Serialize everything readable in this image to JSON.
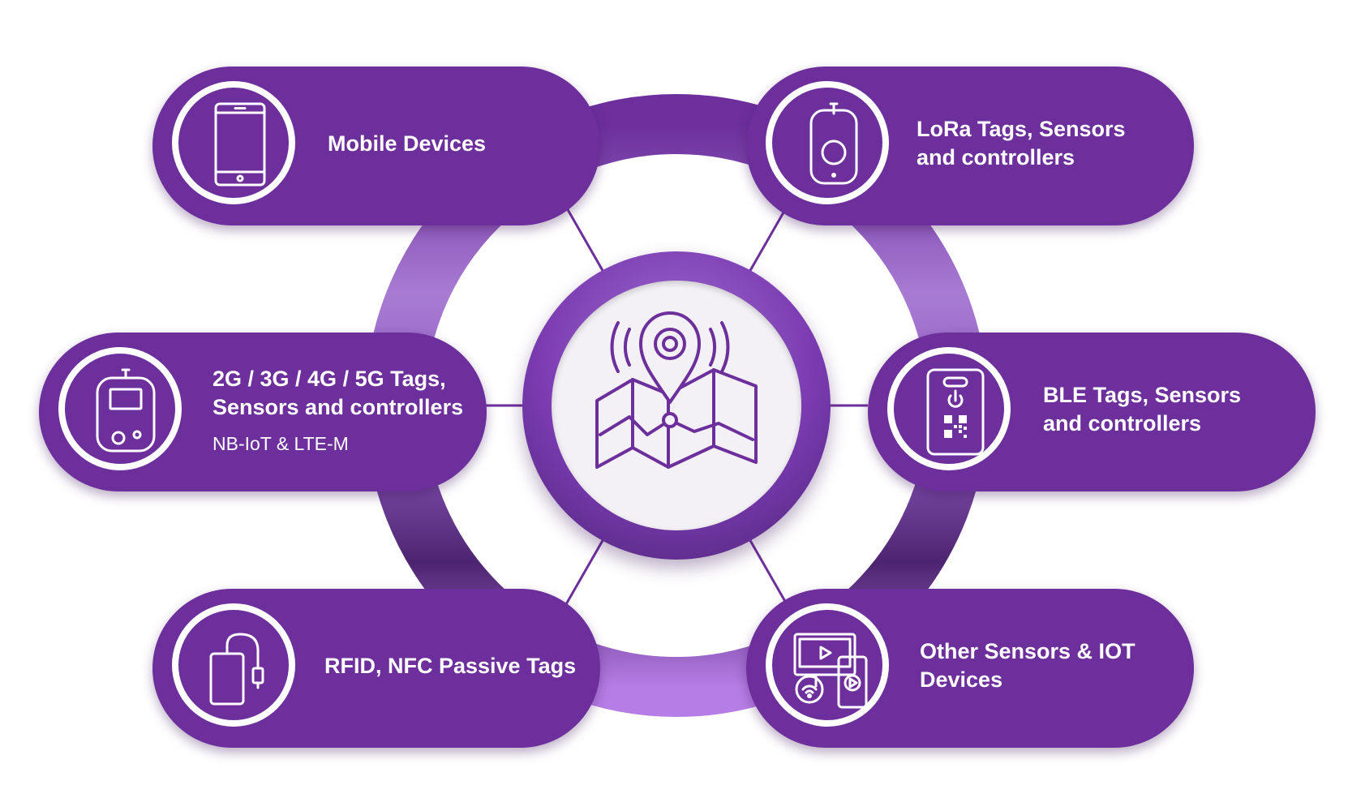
{
  "diagram": {
    "center": {
      "icon": "map-location-pin-icon"
    },
    "colors": {
      "pill": "#6c2f9c",
      "ring_light": "#a87bd3",
      "ring_dark": "#4d2470",
      "connector": "#6c2f9c",
      "text": "#ffffff"
    },
    "nodes": [
      {
        "id": "mobile",
        "icon": "smartphone-icon",
        "lines": [
          "Mobile Devices"
        ]
      },
      {
        "id": "lora",
        "icon": "lora-tag-icon",
        "lines": [
          "LoRa Tags, Sensors",
          "and controllers"
        ]
      },
      {
        "id": "cellular",
        "icon": "cellular-tracker-icon",
        "lines": [
          "2G / 3G / 4G / 5G Tags,",
          "Sensors and controllers"
        ],
        "subtitle": "NB-IoT & LTE-M"
      },
      {
        "id": "ble",
        "icon": "ble-tag-icon",
        "lines": [
          "BLE Tags, Sensors",
          "and controllers"
        ]
      },
      {
        "id": "rfid",
        "icon": "rfid-tag-icon",
        "lines": [
          "RFID, NFC Passive Tags"
        ]
      },
      {
        "id": "iot",
        "icon": "iot-devices-icon",
        "lines": [
          "Other Sensors & IOT",
          "Devices"
        ]
      }
    ]
  }
}
